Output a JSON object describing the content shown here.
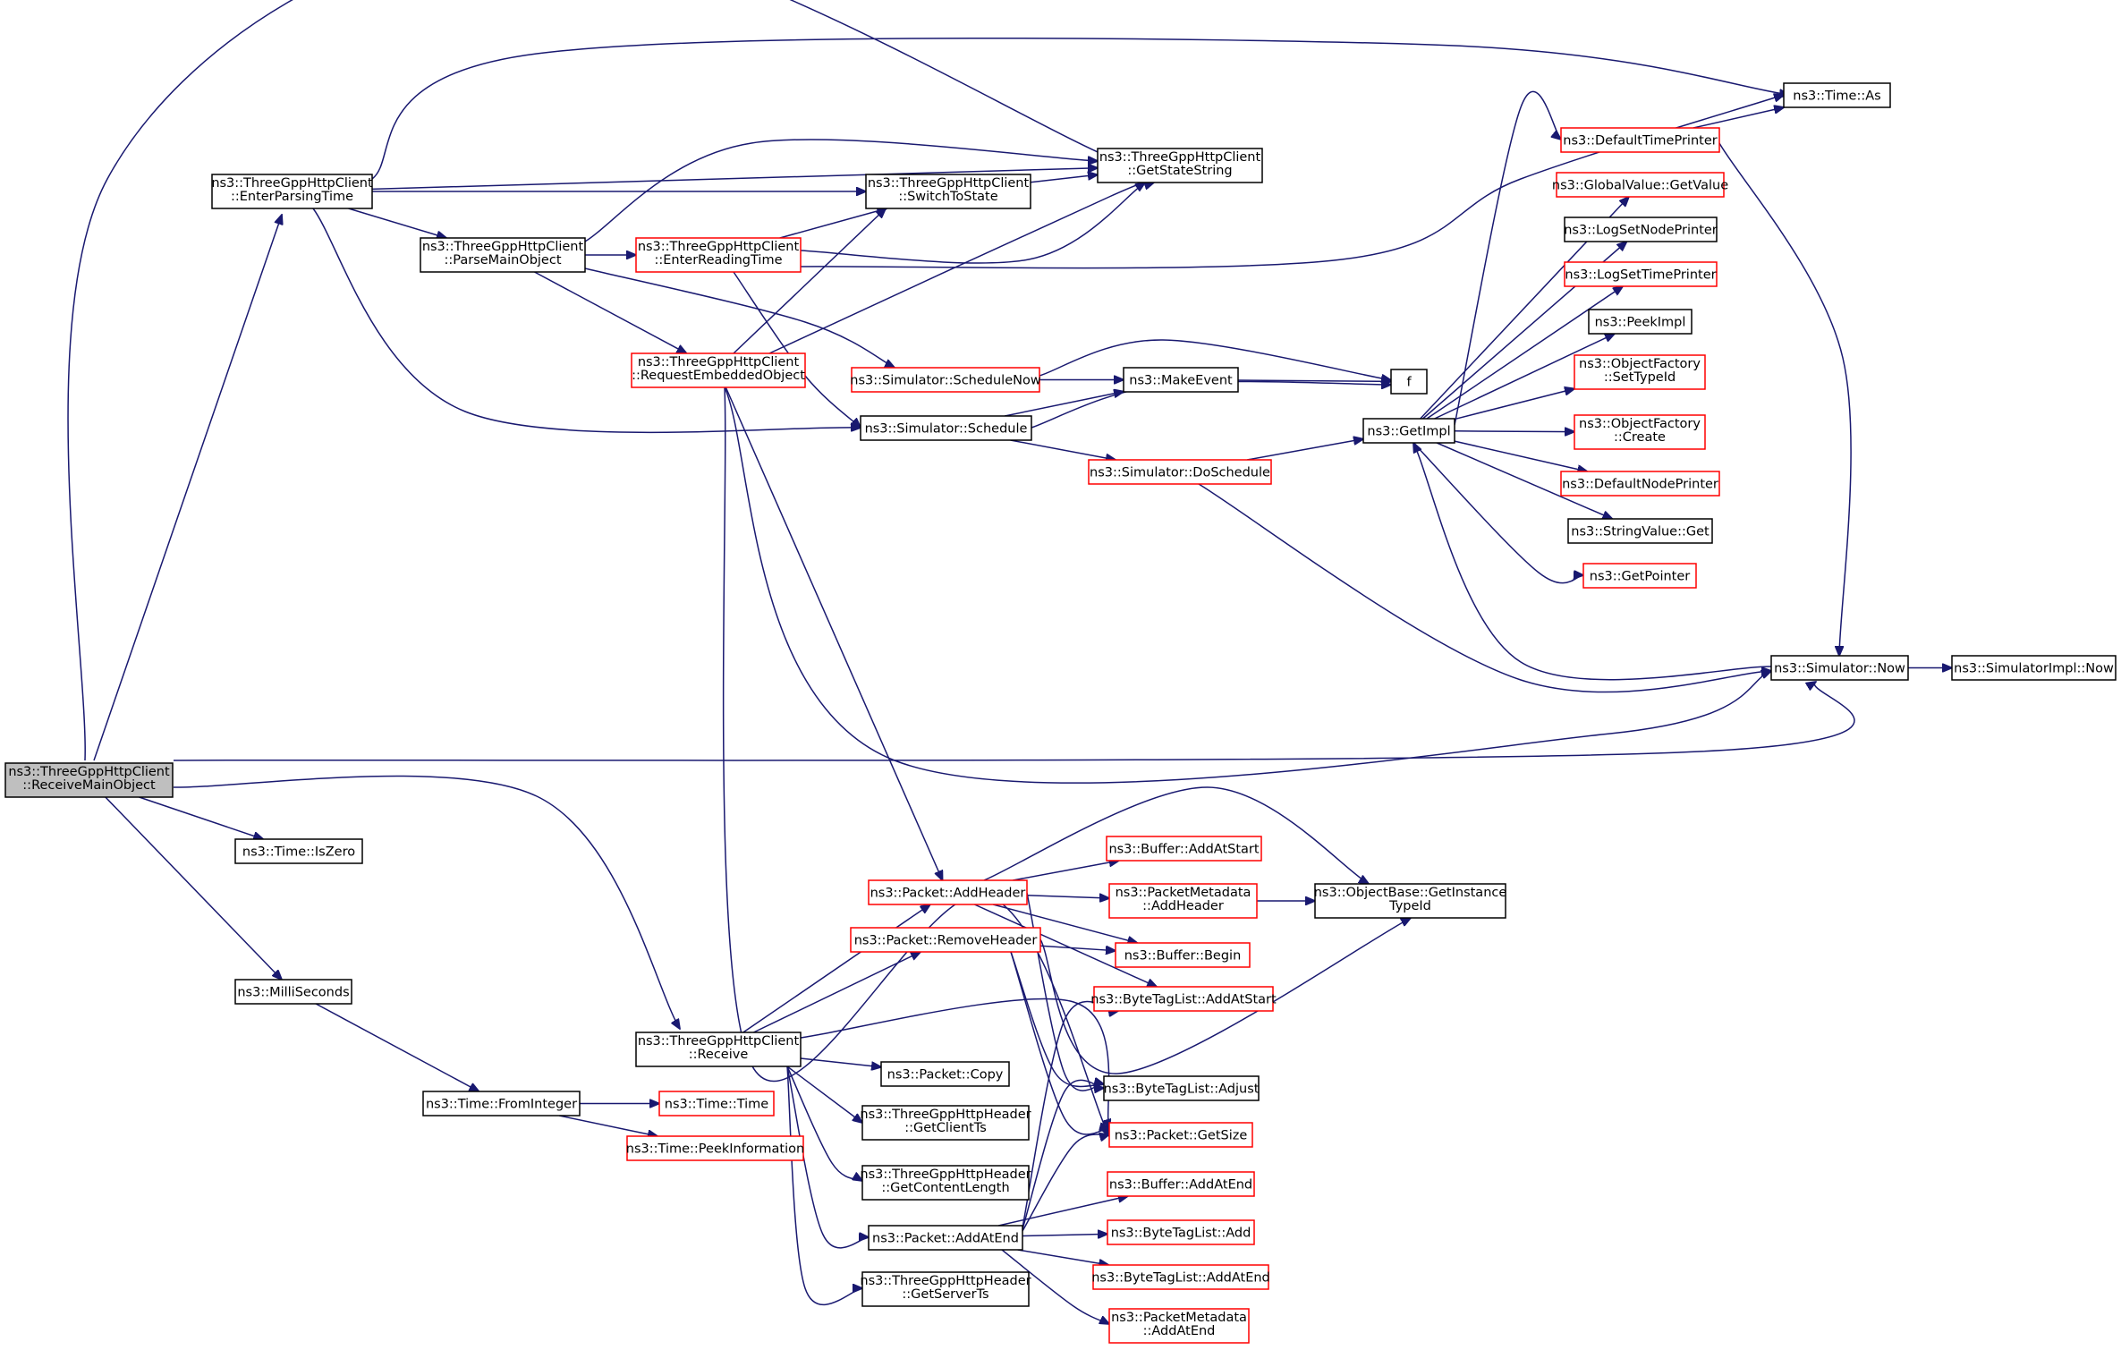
{
  "colors": {
    "edge": "#191970",
    "border_documented": "#000000",
    "border_undocumented": "#ff0000",
    "root_fill": "#bfbfbf",
    "fill": "#ffffff"
  },
  "nodes": [
    {
      "id": "root",
      "label": [
        "ns3::ThreeGppHttpClient",
        "::ReceiveMainObject"
      ],
      "border": "black",
      "root": true
    },
    {
      "id": "enterParsing",
      "label": [
        "ns3::ThreeGppHttpClient",
        "::EnterParsingTime"
      ],
      "border": "black"
    },
    {
      "id": "parseMain",
      "label": [
        "ns3::ThreeGppHttpClient",
        "::ParseMainObject"
      ],
      "border": "black"
    },
    {
      "id": "enterReading",
      "label": [
        "ns3::ThreeGppHttpClient",
        "::EnterReadingTime"
      ],
      "border": "red"
    },
    {
      "id": "requestEmbedded",
      "label": [
        "ns3::ThreeGppHttpClient",
        "::RequestEmbeddedObject"
      ],
      "border": "red"
    },
    {
      "id": "switchToState",
      "label": [
        "ns3::ThreeGppHttpClient",
        "::SwitchToState"
      ],
      "border": "black"
    },
    {
      "id": "getStateString",
      "label": [
        "ns3::ThreeGppHttpClient",
        "::GetStateString"
      ],
      "border": "black"
    },
    {
      "id": "timeAs",
      "label": [
        "ns3::Time::As"
      ],
      "border": "black"
    },
    {
      "id": "defaultTimePrinter",
      "label": [
        "ns3::DefaultTimePrinter"
      ],
      "border": "red"
    },
    {
      "id": "globalValueGet",
      "label": [
        "ns3::GlobalValue::GetValue"
      ],
      "border": "red"
    },
    {
      "id": "logSetNodePrinter",
      "label": [
        "ns3::LogSetNodePrinter"
      ],
      "border": "black"
    },
    {
      "id": "logSetTimePrinter",
      "label": [
        "ns3::LogSetTimePrinter"
      ],
      "border": "red"
    },
    {
      "id": "peekImpl",
      "label": [
        "ns3::PeekImpl"
      ],
      "border": "black"
    },
    {
      "id": "ofSetTypeId",
      "label": [
        "ns3::ObjectFactory",
        "::SetTypeId"
      ],
      "border": "red"
    },
    {
      "id": "ofCreate",
      "label": [
        "ns3::ObjectFactory",
        "::Create"
      ],
      "border": "red"
    },
    {
      "id": "defaultNodePrinter",
      "label": [
        "ns3::DefaultNodePrinter"
      ],
      "border": "red"
    },
    {
      "id": "stringValueGet",
      "label": [
        "ns3::StringValue::Get"
      ],
      "border": "black"
    },
    {
      "id": "getPointer",
      "label": [
        "ns3::GetPointer"
      ],
      "border": "red"
    },
    {
      "id": "scheduleNow",
      "label": [
        "ns3::Simulator::ScheduleNow"
      ],
      "border": "red"
    },
    {
      "id": "makeEvent",
      "label": [
        "ns3::MakeEvent"
      ],
      "border": "black"
    },
    {
      "id": "f",
      "label": [
        "f"
      ],
      "border": "black"
    },
    {
      "id": "schedule",
      "label": [
        "ns3::Simulator::Schedule"
      ],
      "border": "black"
    },
    {
      "id": "doSchedule",
      "label": [
        "ns3::Simulator::DoSchedule"
      ],
      "border": "red"
    },
    {
      "id": "getImpl",
      "label": [
        "ns3::GetImpl"
      ],
      "border": "black"
    },
    {
      "id": "simNow",
      "label": [
        "ns3::Simulator::Now"
      ],
      "border": "black"
    },
    {
      "id": "simImplNow",
      "label": [
        "ns3::SimulatorImpl::Now"
      ],
      "border": "black"
    },
    {
      "id": "isZero",
      "label": [
        "ns3::Time::IsZero"
      ],
      "border": "black"
    },
    {
      "id": "milliSeconds",
      "label": [
        "ns3::MilliSeconds"
      ],
      "border": "black"
    },
    {
      "id": "fromInteger",
      "label": [
        "ns3::Time::FromInteger"
      ],
      "border": "black"
    },
    {
      "id": "timeTime",
      "label": [
        "ns3::Time::Time"
      ],
      "border": "red"
    },
    {
      "id": "peekInformation",
      "label": [
        "ns3::Time::PeekInformation"
      ],
      "border": "red"
    },
    {
      "id": "receive",
      "label": [
        "ns3::ThreeGppHttpClient",
        "::Receive"
      ],
      "border": "black"
    },
    {
      "id": "addHeader",
      "label": [
        "ns3::Packet::AddHeader"
      ],
      "border": "red"
    },
    {
      "id": "removeHeader",
      "label": [
        "ns3::Packet::RemoveHeader"
      ],
      "border": "red"
    },
    {
      "id": "bufferAddAtStart",
      "label": [
        "ns3::Buffer::AddAtStart"
      ],
      "border": "red"
    },
    {
      "id": "pmAddHeader",
      "label": [
        "ns3::PacketMetadata",
        "::AddHeader"
      ],
      "border": "red"
    },
    {
      "id": "getInstanceTypeId",
      "label": [
        "ns3::ObjectBase::GetInstance",
        "TypeId"
      ],
      "border": "black"
    },
    {
      "id": "bufferBegin",
      "label": [
        "ns3::Buffer::Begin"
      ],
      "border": "red"
    },
    {
      "id": "btlAddAtStart",
      "label": [
        "ns3::ByteTagList::AddAtStart"
      ],
      "border": "red"
    },
    {
      "id": "btlAdjust",
      "label": [
        "ns3::ByteTagList::Adjust"
      ],
      "border": "black"
    },
    {
      "id": "packetCopy",
      "label": [
        "ns3::Packet::Copy"
      ],
      "border": "black"
    },
    {
      "id": "getClientTs",
      "label": [
        "ns3::ThreeGppHttpHeader",
        "::GetClientTs"
      ],
      "border": "black"
    },
    {
      "id": "packetGetSize",
      "label": [
        "ns3::Packet::GetSize"
      ],
      "border": "red"
    },
    {
      "id": "getContentLength",
      "label": [
        "ns3::ThreeGppHttpHeader",
        "::GetContentLength"
      ],
      "border": "black"
    },
    {
      "id": "bufferAddAtEnd",
      "label": [
        "ns3::Buffer::AddAtEnd"
      ],
      "border": "red"
    },
    {
      "id": "packetAddAtEnd",
      "label": [
        "ns3::Packet::AddAtEnd"
      ],
      "border": "black"
    },
    {
      "id": "btlAdd",
      "label": [
        "ns3::ByteTagList::Add"
      ],
      "border": "red"
    },
    {
      "id": "btlAddAtEnd",
      "label": [
        "ns3::ByteTagList::AddAtEnd"
      ],
      "border": "red"
    },
    {
      "id": "getServerTs",
      "label": [
        "ns3::ThreeGppHttpHeader",
        "::GetServerTs"
      ],
      "border": "black"
    },
    {
      "id": "pmAddAtEnd",
      "label": [
        "ns3::PacketMetadata",
        "::AddAtEnd"
      ],
      "border": "red"
    }
  ],
  "edges": [
    [
      "root",
      "enterParsing"
    ],
    [
      "root",
      "getStateString"
    ],
    [
      "root",
      "simNow"
    ],
    [
      "root",
      "isZero"
    ],
    [
      "root",
      "milliSeconds"
    ],
    [
      "root",
      "receive"
    ],
    [
      "enterParsing",
      "timeAs"
    ],
    [
      "enterParsing",
      "getStateString"
    ],
    [
      "enterParsing",
      "switchToState"
    ],
    [
      "enterParsing",
      "parseMain"
    ],
    [
      "enterParsing",
      "schedule"
    ],
    [
      "parseMain",
      "getStateString"
    ],
    [
      "parseMain",
      "enterReading"
    ],
    [
      "parseMain",
      "requestEmbedded"
    ],
    [
      "parseMain",
      "scheduleNow"
    ],
    [
      "enterReading",
      "switchToState"
    ],
    [
      "enterReading",
      "getStateString"
    ],
    [
      "enterReading",
      "timeAs"
    ],
    [
      "enterReading",
      "schedule"
    ],
    [
      "requestEmbedded",
      "switchToState"
    ],
    [
      "requestEmbedded",
      "getStateString"
    ],
    [
      "requestEmbedded",
      "simNow"
    ],
    [
      "requestEmbedded",
      "addHeader"
    ],
    [
      "requestEmbedded",
      "packetGetSize"
    ],
    [
      "switchToState",
      "getStateString"
    ],
    [
      "defaultTimePrinter",
      "timeAs"
    ],
    [
      "defaultTimePrinter",
      "simNow"
    ],
    [
      "scheduleNow",
      "makeEvent"
    ],
    [
      "scheduleNow",
      "f"
    ],
    [
      "makeEvent",
      "f"
    ],
    [
      "schedule",
      "makeEvent"
    ],
    [
      "schedule",
      "f"
    ],
    [
      "schedule",
      "doSchedule"
    ],
    [
      "doSchedule",
      "getImpl"
    ],
    [
      "doSchedule",
      "simNow"
    ],
    [
      "getImpl",
      "defaultTimePrinter"
    ],
    [
      "getImpl",
      "globalValueGet"
    ],
    [
      "getImpl",
      "logSetNodePrinter"
    ],
    [
      "getImpl",
      "logSetTimePrinter"
    ],
    [
      "getImpl",
      "peekImpl"
    ],
    [
      "getImpl",
      "ofSetTypeId"
    ],
    [
      "getImpl",
      "ofCreate"
    ],
    [
      "getImpl",
      "defaultNodePrinter"
    ],
    [
      "getImpl",
      "stringValueGet"
    ],
    [
      "getImpl",
      "getPointer"
    ],
    [
      "simNow",
      "getImpl"
    ],
    [
      "simNow",
      "simImplNow"
    ],
    [
      "milliSeconds",
      "fromInteger"
    ],
    [
      "fromInteger",
      "timeTime"
    ],
    [
      "fromInteger",
      "peekInformation"
    ],
    [
      "receive",
      "addHeader"
    ],
    [
      "receive",
      "removeHeader"
    ],
    [
      "receive",
      "packetCopy"
    ],
    [
      "receive",
      "getClientTs"
    ],
    [
      "receive",
      "packetGetSize"
    ],
    [
      "receive",
      "getContentLength"
    ],
    [
      "receive",
      "packetAddAtEnd"
    ],
    [
      "receive",
      "getServerTs"
    ],
    [
      "addHeader",
      "getInstanceTypeId"
    ],
    [
      "addHeader",
      "bufferAddAtStart"
    ],
    [
      "addHeader",
      "pmAddHeader"
    ],
    [
      "addHeader",
      "bufferBegin"
    ],
    [
      "addHeader",
      "btlAddAtStart"
    ],
    [
      "addHeader",
      "btlAdjust"
    ],
    [
      "removeHeader",
      "bufferBegin"
    ],
    [
      "removeHeader",
      "getInstanceTypeId"
    ],
    [
      "removeHeader",
      "btlAdjust"
    ],
    [
      "removeHeader",
      "packetGetSize"
    ],
    [
      "pmAddHeader",
      "getInstanceTypeId"
    ],
    [
      "packetAddAtEnd",
      "btlAddAtStart"
    ],
    [
      "packetAddAtEnd",
      "btlAdjust"
    ],
    [
      "packetAddAtEnd",
      "packetGetSize"
    ],
    [
      "packetAddAtEnd",
      "bufferAddAtEnd"
    ],
    [
      "packetAddAtEnd",
      "btlAdd"
    ],
    [
      "packetAddAtEnd",
      "btlAddAtEnd"
    ],
    [
      "packetAddAtEnd",
      "pmAddAtEnd"
    ]
  ]
}
